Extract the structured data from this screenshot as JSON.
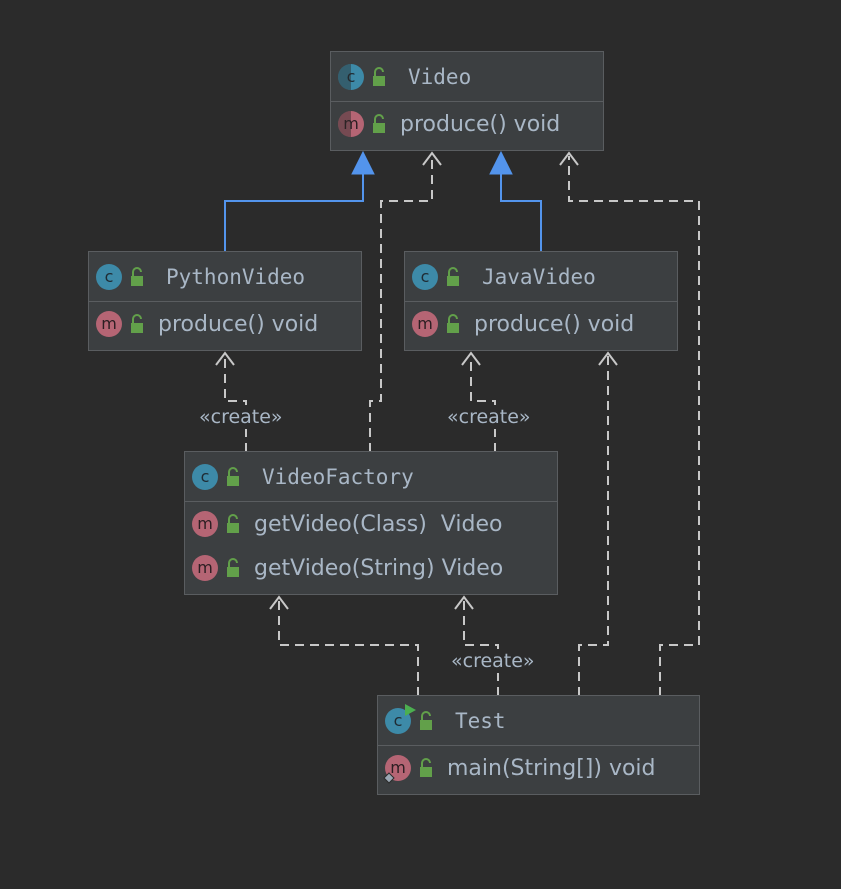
{
  "colors": {
    "background": "#2b2b2b",
    "node_fill": "#3c3f41",
    "node_border": "#5a5d60",
    "text": "#a9b7c6",
    "class_badge": "#3d8aa8",
    "method_badge": "#b56574",
    "lock": "#62a04a",
    "inheritance_edge": "#5394ec",
    "dependency_edge": "#c8c8c8"
  },
  "classes": [
    {
      "id": "video",
      "name": "Video",
      "badge": "c",
      "abstract": true,
      "members": [
        {
          "badge": "m",
          "abstract": true,
          "text": "produce() void"
        }
      ]
    },
    {
      "id": "python_video",
      "name": "PythonVideo",
      "badge": "c",
      "members": [
        {
          "badge": "m",
          "text": "produce() void"
        }
      ]
    },
    {
      "id": "java_video",
      "name": "JavaVideo",
      "badge": "c",
      "members": [
        {
          "badge": "m",
          "text": "produce() void"
        }
      ]
    },
    {
      "id": "video_factory",
      "name": "VideoFactory",
      "badge": "c",
      "members": [
        {
          "badge": "m",
          "text": "getVideo(Class)  Video"
        },
        {
          "badge": "m",
          "text": "getVideo(String) Video"
        }
      ]
    },
    {
      "id": "test",
      "name": "Test",
      "badge": "c",
      "runnable": true,
      "members": [
        {
          "badge": "m",
          "static": true,
          "text": "main(String[]) void"
        }
      ]
    }
  ],
  "relations": [
    {
      "type": "inheritance",
      "from": "PythonVideo",
      "to": "Video"
    },
    {
      "type": "inheritance",
      "from": "JavaVideo",
      "to": "Video"
    },
    {
      "type": "dependency",
      "from": "VideoFactory",
      "to": "Video"
    },
    {
      "type": "dependency",
      "from": "VideoFactory",
      "to": "PythonVideo",
      "label": "«create»"
    },
    {
      "type": "dependency",
      "from": "VideoFactory",
      "to": "JavaVideo",
      "label": "«create»"
    },
    {
      "type": "dependency",
      "from": "Test",
      "to": "VideoFactory"
    },
    {
      "type": "dependency",
      "from": "Test",
      "to": "VideoFactory",
      "label": "«create»"
    },
    {
      "type": "dependency",
      "from": "Test",
      "to": "JavaVideo"
    },
    {
      "type": "dependency",
      "from": "Test",
      "to": "Video"
    }
  ]
}
